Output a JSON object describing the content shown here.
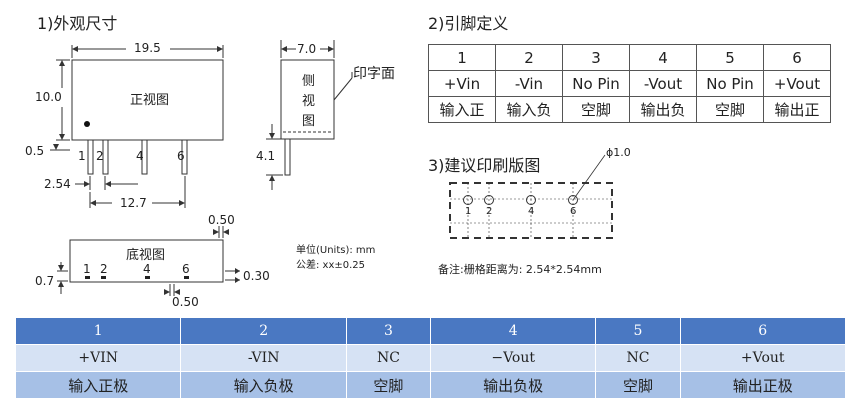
{
  "dims_title": "1)外观尺寸",
  "pin_title": "2)引脚定义",
  "pcb_title": "3)建议印刷版图",
  "front": {
    "width_label": "19.5",
    "height_label": "10.0",
    "view_label": "正视图",
    "offset_label": "0.5",
    "pin_numbers": [
      "1",
      "2",
      "4",
      "6"
    ],
    "pitch_label": "2.54",
    "span_label": "12.7"
  },
  "side": {
    "width_label": "7.0",
    "view_chars": [
      "侧",
      "视",
      "图"
    ],
    "print_face_label": "印字面",
    "pin_length_label": "4.1"
  },
  "bottom": {
    "view_label": "底视图",
    "pin_numbers": [
      "1",
      "2",
      "4",
      "6"
    ],
    "top_label": "0.50",
    "right_label": "0.30",
    "bottom_label": "0.50",
    "left_label": "0.7"
  },
  "units_note": "单位(Units): mm",
  "tolerance_note": "公差: xx±0.25",
  "pcb": {
    "diameter_label": "ϕ1.0",
    "pin_numbers": [
      "1",
      "2",
      "4",
      "6"
    ]
  },
  "grid_note": "备注:栅格距离为: 2.54*2.54mm",
  "pin_table": [
    [
      "1",
      "2",
      "3",
      "4",
      "5",
      "6"
    ],
    [
      "+Vin",
      "-Vin",
      "No Pin",
      "-Vout",
      "No Pin",
      "+Vout"
    ],
    [
      "输入正",
      "输入负",
      "空脚",
      "输出负",
      "空脚",
      "输出正"
    ]
  ],
  "bottom_table": [
    [
      "1",
      "2",
      "3",
      "4",
      "5",
      "6"
    ],
    [
      "+VIN",
      "-VIN",
      "NC",
      "−Vout",
      "NC",
      "+Vout"
    ],
    [
      "输入正极",
      "输入负极",
      "空脚",
      "输出负极",
      "空脚",
      "输出正极"
    ]
  ],
  "colors": {
    "header_blue": "#4a78c2",
    "row_light": "#d6e2f4",
    "row_mid": "#a6c0e6",
    "line": "#333333"
  }
}
